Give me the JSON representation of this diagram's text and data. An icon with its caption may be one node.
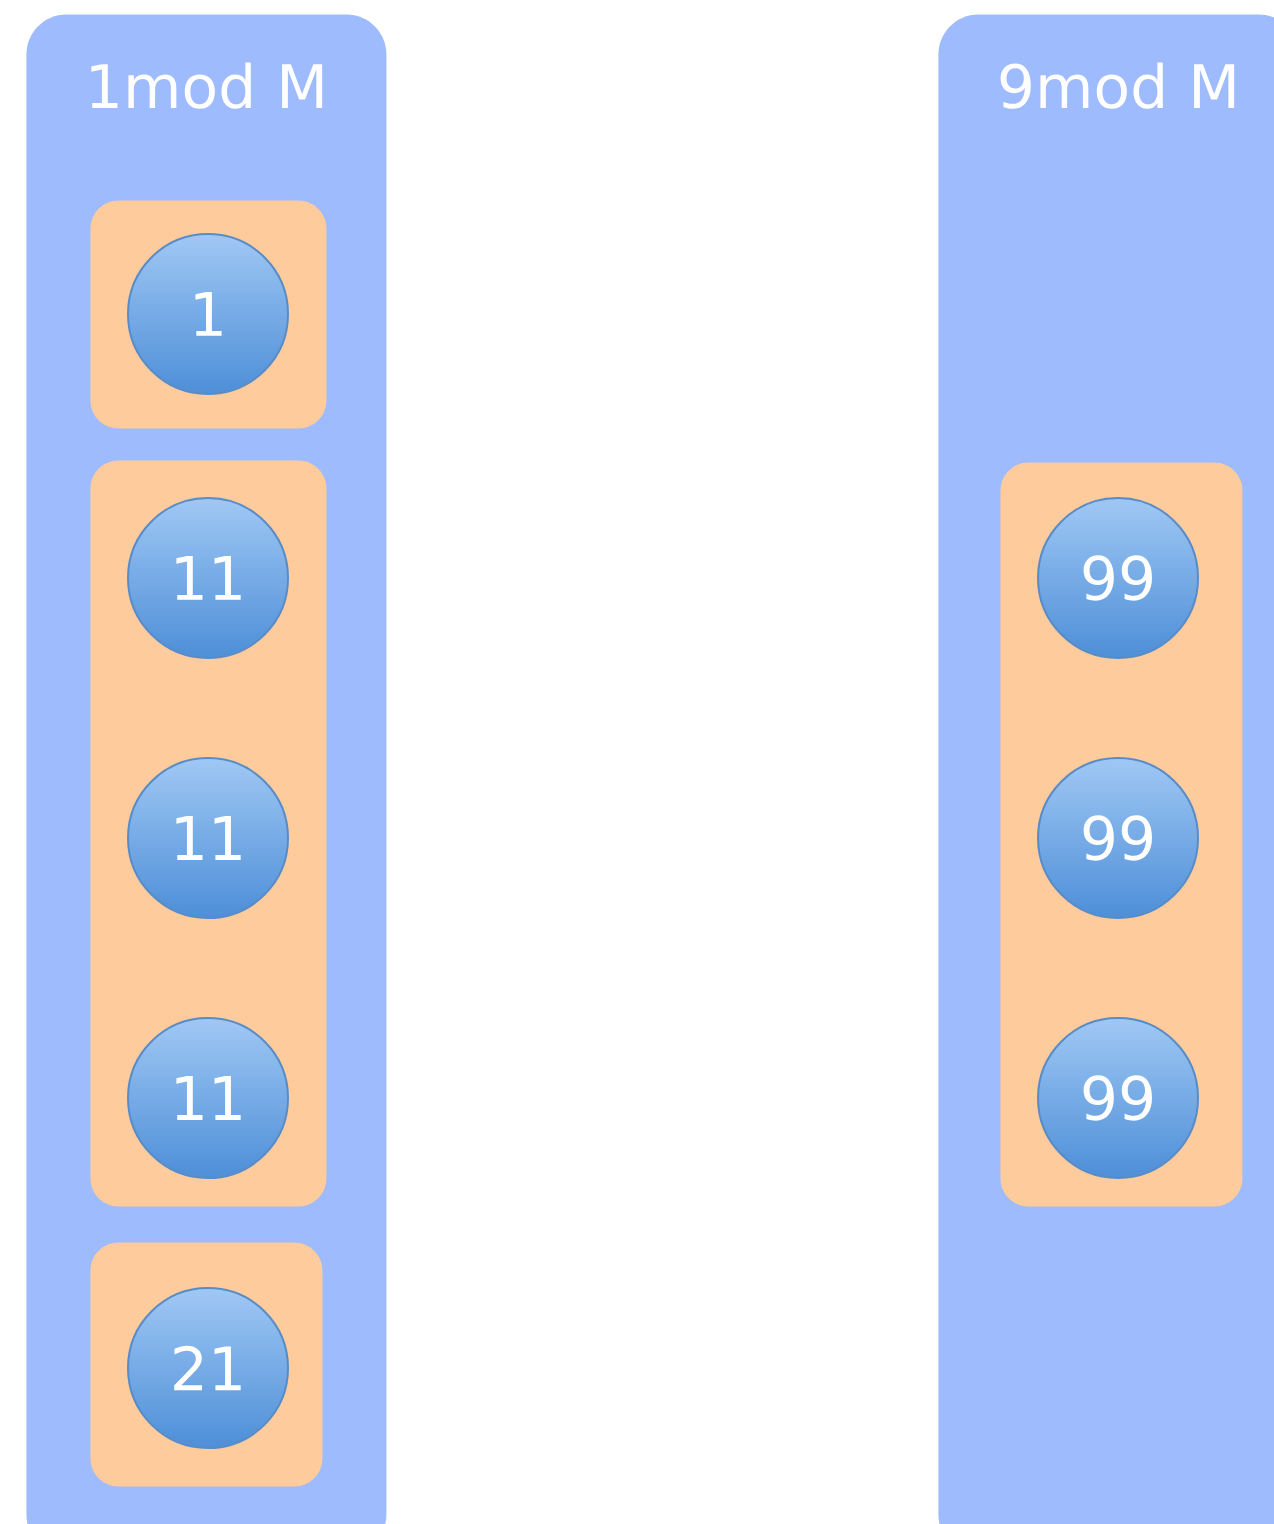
{
  "diagram": {
    "nodes": [
      {
        "text": [
          "1mod M"
        ]
      },
      {
        "text": [],
        "shape": "box",
        "in": 0
      },
      {
        "text": [
          "1"
        ],
        "in": 1
      },
      {
        "text": [],
        "shape": "box",
        "in": 0
      },
      {
        "text": [
          "11"
        ],
        "in": 3
      },
      {
        "text": [
          "11"
        ],
        "in": 3
      },
      {
        "text": [
          "11"
        ],
        "in": 3
      },
      {
        "text": [],
        "shape": "box",
        "in": 0
      },
      {
        "text": [
          "21"
        ],
        "in": 7
      },
      {
        "text": [
          "9mod M"
        ]
      },
      {
        "text": [],
        "shape": "box",
        "in": 9
      },
      {
        "text": [
          "99"
        ],
        "in": 10
      },
      {
        "text": [
          "99"
        ],
        "in": 10
      },
      {
        "text": [
          "99"
        ],
        "in": 10
      }
    ]
  }
}
